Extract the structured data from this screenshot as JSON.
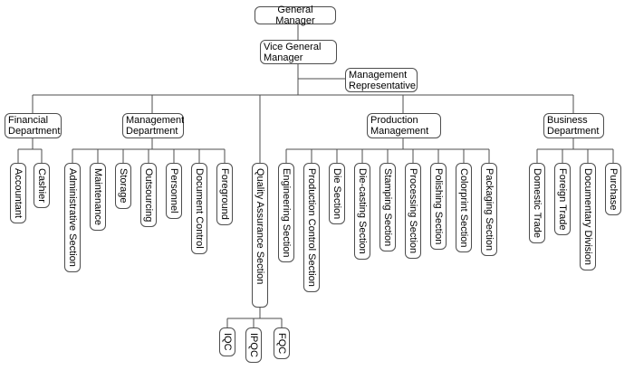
{
  "org": {
    "general_manager": "General Manager",
    "vice_general_manager": "Vice General Manager",
    "management_representative": "Management Representative",
    "line_color": "#4d4d4d",
    "departments": [
      {
        "label": "Financial Department",
        "children": [
          "Accountant",
          "Cashier"
        ]
      },
      {
        "label": "Management Department",
        "children": [
          "Administrative Section",
          "Maintenance",
          "Storage",
          "Outsourcing",
          "Personnel",
          "Document Control",
          "Foreground"
        ]
      },
      {
        "label": "Quality Assurance Section",
        "children": [
          "IQC",
          "IPQC",
          "FQC"
        ]
      },
      {
        "label": "Production Management",
        "children": [
          "Engineering Section",
          "Production Control Section",
          "Die Section",
          "Die-casting Section",
          "Stamping Section",
          "Processing Section",
          "Polishing Section",
          "Colorprint Section",
          "Packaging Section"
        ]
      },
      {
        "label": "Business Department",
        "children": [
          "Domestic Trade",
          "Foreign Trade",
          "Documentary Division",
          "Purchase"
        ]
      }
    ]
  }
}
